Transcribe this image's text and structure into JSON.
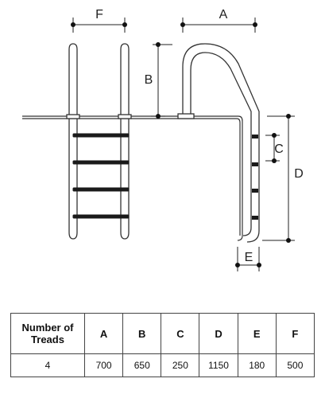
{
  "dimension_labels": {
    "a": "A",
    "b": "B",
    "c": "C",
    "d": "D",
    "e": "E",
    "f": "F"
  },
  "table": {
    "header": [
      "Number of Treads",
      "A",
      "B",
      "C",
      "D",
      "E",
      "F"
    ],
    "header_first_lines": [
      "Number of",
      "Treads"
    ],
    "rows": [
      [
        "4",
        "700",
        "650",
        "250",
        "1150",
        "180",
        "500"
      ]
    ]
  },
  "colors": {
    "line": "#333333",
    "tread": "#1a1a1a",
    "label": "#222222"
  }
}
